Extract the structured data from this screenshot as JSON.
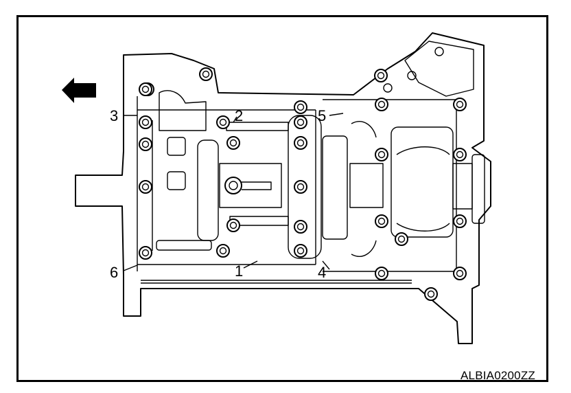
{
  "figure": {
    "code": "ALBIA0200ZZ",
    "arrow": "front-arrow-icon",
    "callouts": [
      {
        "id": "1",
        "text": "1"
      },
      {
        "id": "2",
        "text": "2"
      },
      {
        "id": "3",
        "text": "3"
      },
      {
        "id": "4",
        "text": "4"
      },
      {
        "id": "5",
        "text": "5"
      },
      {
        "id": "6",
        "text": "6"
      }
    ]
  },
  "colors": {
    "line": "#000000",
    "background": "#ffffff"
  }
}
